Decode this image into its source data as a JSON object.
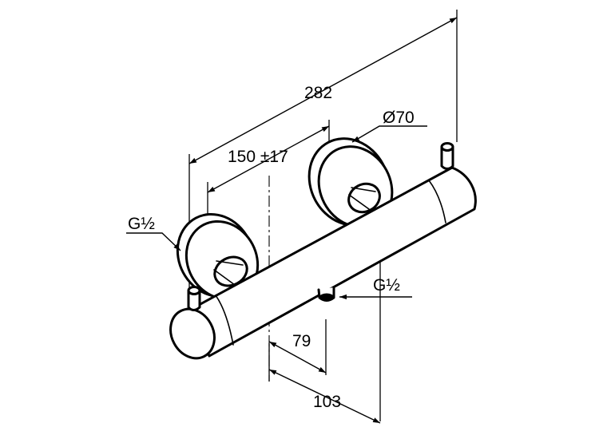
{
  "drawing": {
    "subject": "thermostatic shower mixer, wall mounted",
    "line_color": "#000000",
    "background_color": "#ffffff"
  },
  "dimensions": {
    "overall_length": "282",
    "inlet_spacing": "150 ±17",
    "escutcheon_diameter": "Ø70",
    "inlet_thread_left": "G½",
    "outlet_thread": "G½",
    "outlet_offset_short": "79",
    "outlet_offset_long": "103"
  }
}
